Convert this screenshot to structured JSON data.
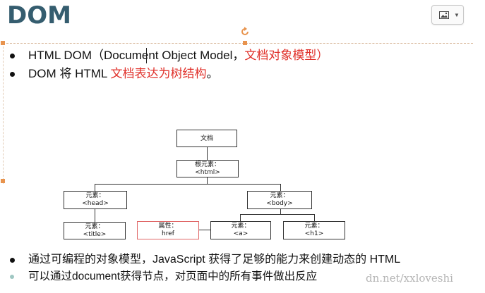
{
  "slide": {
    "title": "DOM"
  },
  "toolbar": {
    "image_button_icon": "image-icon",
    "dropdown_icon": "caret-down-icon",
    "rotate_icon": "rotate-handle-icon"
  },
  "bullets": [
    {
      "part1": "HTML DOM（Document Object Model，",
      "red": "文档对象模型",
      "part2": "）"
    },
    {
      "part1": "DOM 将 HTML ",
      "red": "文档表达为树结构",
      "part2": "。"
    }
  ],
  "tree": {
    "document": "文档",
    "root_label": "根元素：",
    "root_tag": "<html>",
    "head_label": "元素：",
    "head_tag": "<head>",
    "body_label": "元素：",
    "body_tag": "<body>",
    "title_label": "元素：",
    "title_tag": "<title>",
    "attr_label": "属性：",
    "attr_name": "href",
    "a_label": "元素：",
    "a_tag": "<a>",
    "h1_label": "元素：",
    "h1_tag": "<h1>"
  },
  "bottom": [
    "通过可编程的对象模型，JavaScript 获得了足够的能力来创建动态的 HTML",
    "可以通过document获得节点，对页面中的所有事件做出反应"
  ],
  "watermark": "dn.net/xxloveshi",
  "colors": {
    "title": "#355d6f",
    "accent_red": "#e0302a",
    "handle": "#e8944e"
  }
}
